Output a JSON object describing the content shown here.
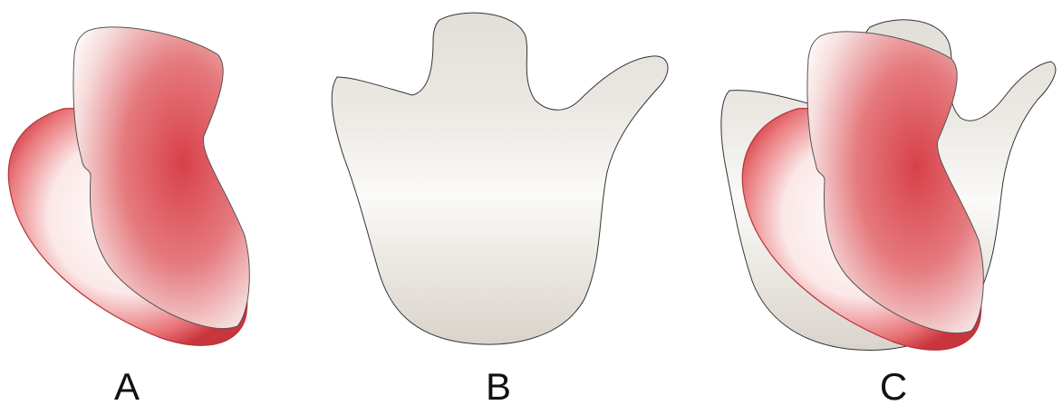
{
  "panels": [
    {
      "id": "A",
      "label": "A"
    },
    {
      "id": "B",
      "label": "B"
    },
    {
      "id": "C",
      "label": "C"
    }
  ],
  "colors": {
    "background": "#ffffff",
    "red_shape": "#d9434a",
    "grey_shape": "#d8d3cb",
    "outline": "#333333"
  }
}
